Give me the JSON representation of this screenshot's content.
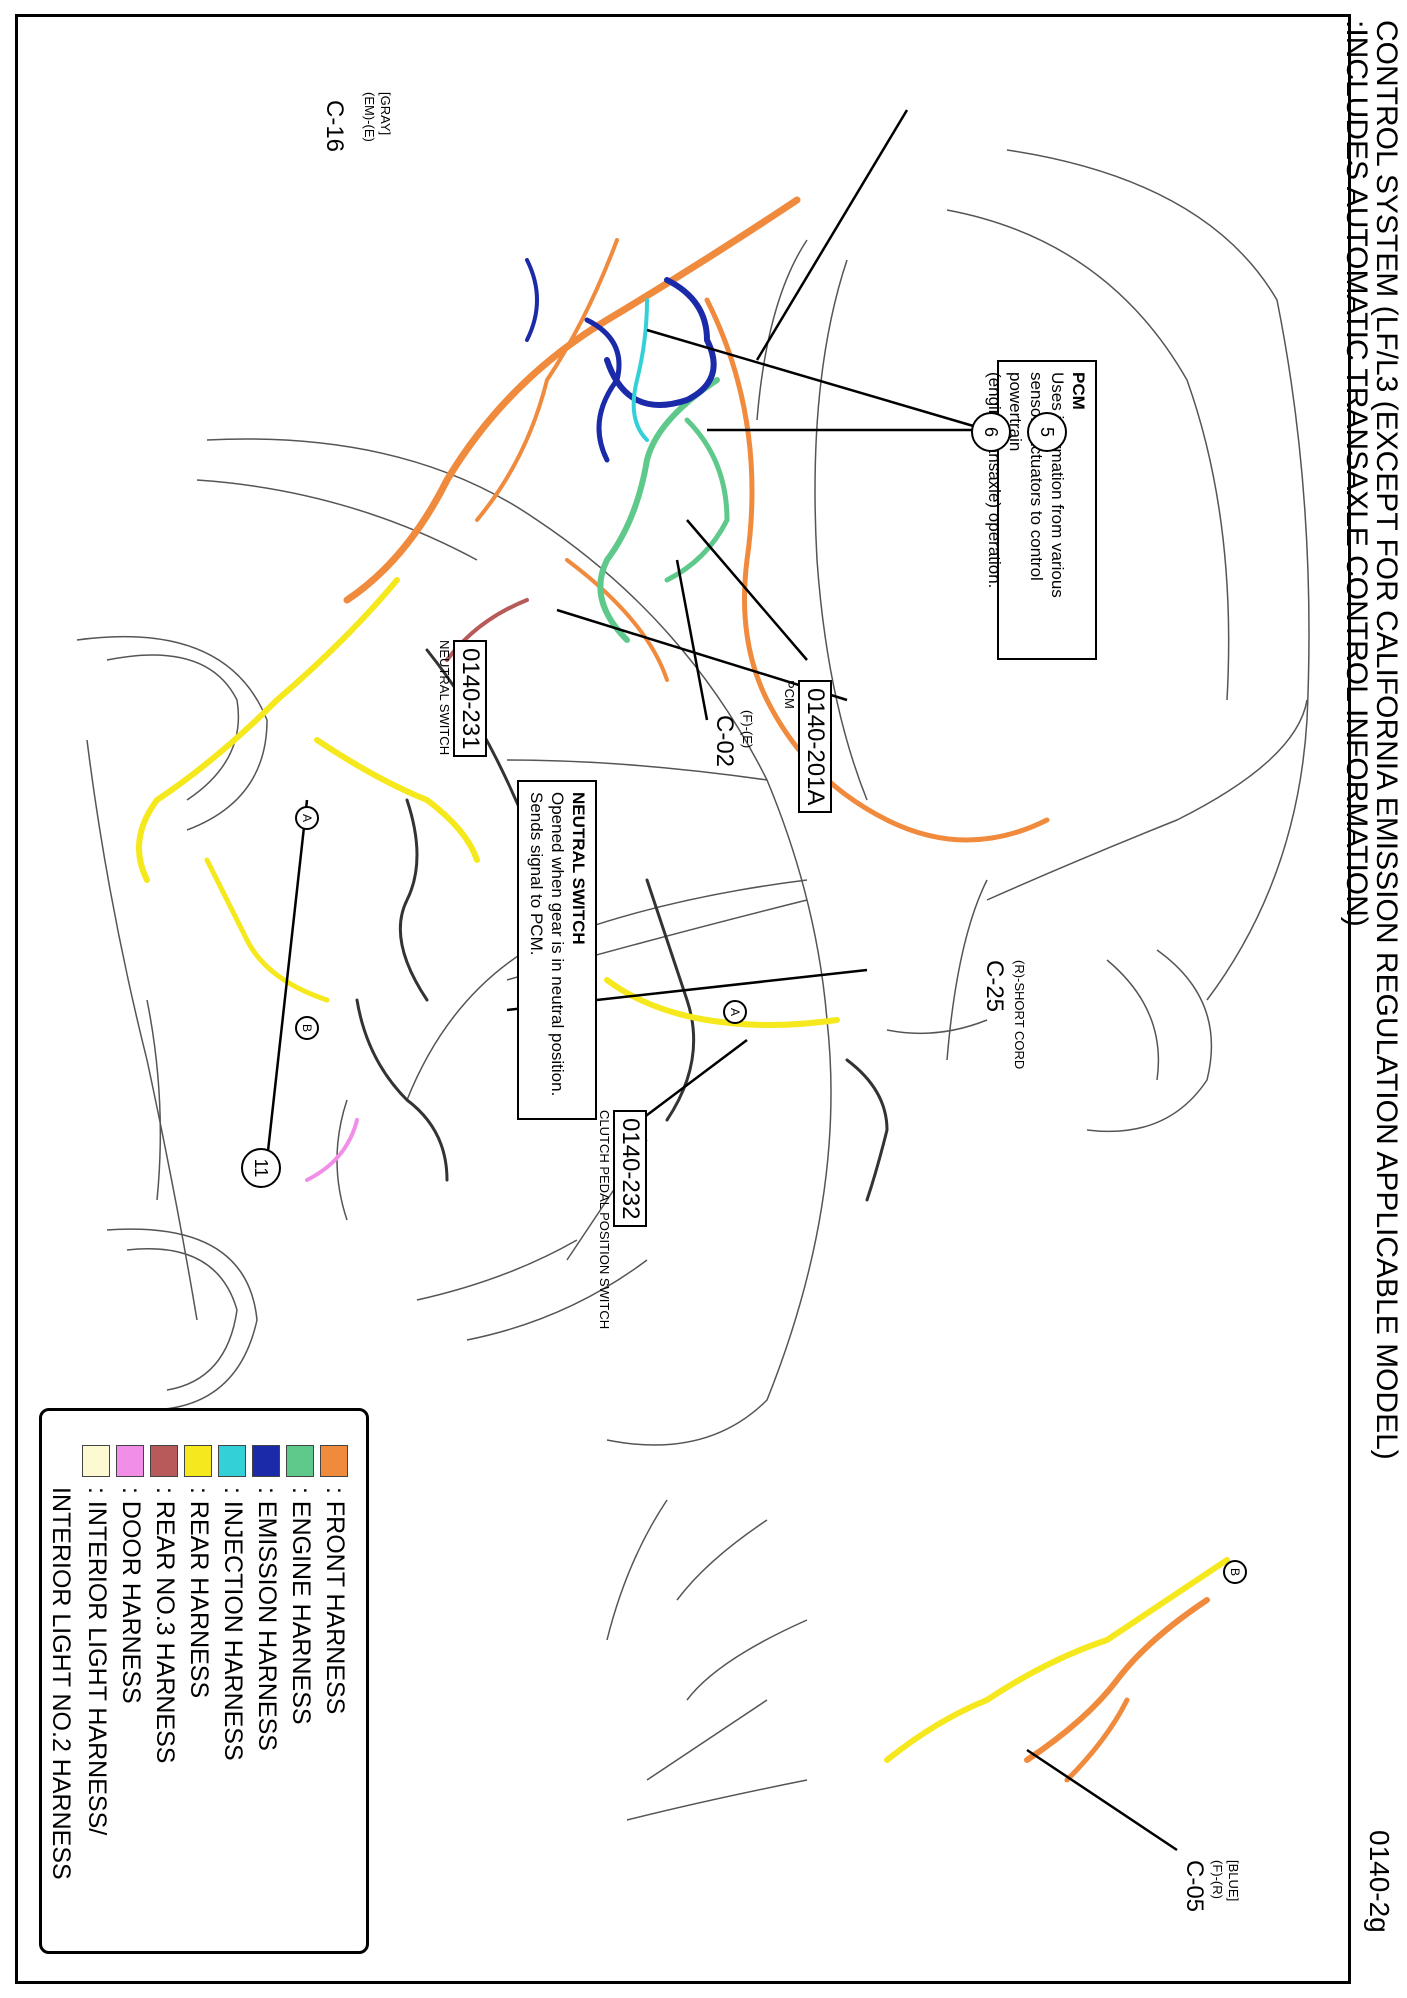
{
  "header": {
    "title_line1": "CONTROL SYSTEM (LF/L3 (EXCEPT FOR CALIFORNIA EMISSION REGULATION APPLICABLE MODEL)",
    "title_line2": ":INCLUDES AUTOMATIC TRANSAXLE CONTROL INFORMATION)",
    "page_number": "0140-2g"
  },
  "pcm_box": {
    "heading": "PCM",
    "line1": "Uses information from various",
    "line2": "sensors/actuators to control powertrain",
    "line3": "(engine/transaxle) operation."
  },
  "neutral_box": {
    "heading": "NEUTRAL SWITCH",
    "line1": "Opened when gear is in neutral position.",
    "line2": "Sends signal to PCM."
  },
  "references": {
    "pcm_ref": "0140-201A",
    "pcm_label": "PCM",
    "neutral_ref": "0140-231",
    "neutral_label": "NEUTRAL SWITCH",
    "clutch_ref": "0140-232",
    "clutch_label": "CLUTCH PEDAL POSITION SWITCH"
  },
  "connectors": {
    "c16": {
      "name": "C-16",
      "spec1": "(EM)-(E)",
      "spec2": "[GRAY]"
    },
    "c02": {
      "name": "C-02",
      "spec1": "(F)-(E)"
    },
    "c25": {
      "name": "C-25",
      "spec1": "(R)-SHORT CORD"
    },
    "c05": {
      "name": "C-05",
      "spec1": "[BLUE]",
      "spec2": "(F)-(R)"
    }
  },
  "callouts": {
    "six": "6",
    "five": "5",
    "eleven": "11",
    "a1": "A",
    "b1": "B",
    "a2": "A",
    "b2": "B"
  },
  "legend": {
    "items": [
      {
        "label": ": FRONT HARNESS",
        "color": "#f08a3c"
      },
      {
        "label": ": ENGINE HARNESS",
        "color": "#5ec98a"
      },
      {
        "label": ": EMISSION HARNESS",
        "color": "#1a2aa8"
      },
      {
        "label": ": INJECTION HARNESS",
        "color": "#33d0d8"
      },
      {
        "label": ": REAR HARNESS",
        "color": "#f5e81c"
      },
      {
        "label": ": REAR NO.3 HARNESS",
        "color": "#b85a5a"
      },
      {
        "label": ": DOOR HARNESS",
        "color": "#f08ee8"
      },
      {
        "label": ": INTERIOR LIGHT HARNESS/",
        "color": "#fdf9d0"
      }
    ],
    "last_line": "INTERIOR LIGHT NO.2 HARNESS"
  }
}
